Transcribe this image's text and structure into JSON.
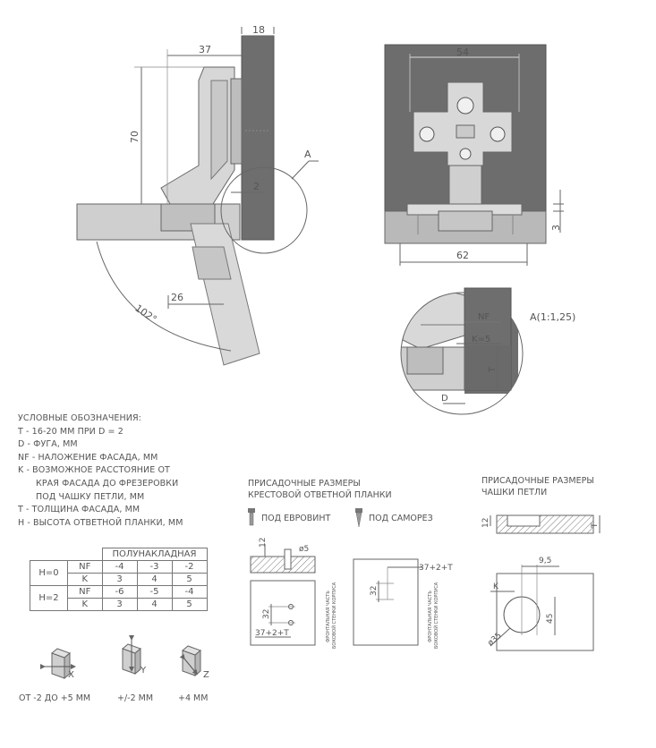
{
  "dims": {
    "d18": "18",
    "d37": "37",
    "d70": "70",
    "d2": "2",
    "d26": "26",
    "angle": "102°",
    "d54": "54",
    "d62": "62",
    "d3": "3",
    "label_a": "A",
    "detail_scale": "A(1:1,25)",
    "det_nf": "NF",
    "det_k5": "K=5",
    "det_t": "T",
    "det_d": "D"
  },
  "legend": {
    "title": "УСЛОВНЫЕ ОБОЗНАЧЕНИЯ:",
    "lines": [
      "T - 16-20 ММ ПРИ D = 2",
      "D - ФУГА, ММ",
      "NF - НАЛОЖЕНИЕ ФАСАДА, ММ",
      "K - ВОЗМОЖНОЕ РАССТОЯНИЕ ОТ",
      "КРАЯ ФАСАДА ДО ФРЕЗЕРОВКИ",
      "ПОД ЧАШКУ ПЕТЛИ, ММ",
      "T - ТОЛЩИНА ФАСАДА, ММ",
      "H - ВЫСОТА ОТВЕТНОЙ ПЛАНКИ, ММ"
    ]
  },
  "table": {
    "header": "ПОЛУНАКЛАДНАЯ",
    "rows": [
      {
        "h": "H=0",
        "k": "NF",
        "v": [
          "-4",
          "-3",
          "-2"
        ]
      },
      {
        "h": "",
        "k": "K",
        "v": [
          "3",
          "4",
          "5"
        ]
      },
      {
        "h": "H=2",
        "k": "NF",
        "v": [
          "-6",
          "-5",
          "-4"
        ]
      },
      {
        "h": "",
        "k": "K",
        "v": [
          "3",
          "4",
          "5"
        ]
      }
    ]
  },
  "adjust": {
    "x_label": "X",
    "y_label": "Y",
    "z_label": "Z",
    "x_caption": "ОТ -2 ДО +5 ММ",
    "y_caption": "+/-2 ММ",
    "z_caption": "+4 ММ"
  },
  "plate": {
    "title1": "ПРИСАДОЧНЫЕ РАЗМЕРЫ",
    "title2": "КРЕСТОВОЙ ОТВЕТНОЙ ПЛАНКИ",
    "euro": "ПОД ЕВРОВИНТ",
    "self": "ПОД САМОРЕЗ",
    "d12": "12",
    "d5": "ø5",
    "d32a": "32",
    "d37a": "37+2+T",
    "d32b": "32",
    "d37b": "37+2+T",
    "side1": "ФРОНТАЛЬНАЯ ЧАСТЬ",
    "side2": "БОКОВОЙ СТЕНКИ КОРПУСА"
  },
  "cup": {
    "title1": "ПРИСАДОЧНЫЕ РАЗМЕРЫ",
    "title2": "ЧАШКИ ПЕТЛИ",
    "d12": "12",
    "dT": "T",
    "d95": "9,5",
    "dK": "K",
    "d45": "45",
    "d35": "ø35"
  }
}
